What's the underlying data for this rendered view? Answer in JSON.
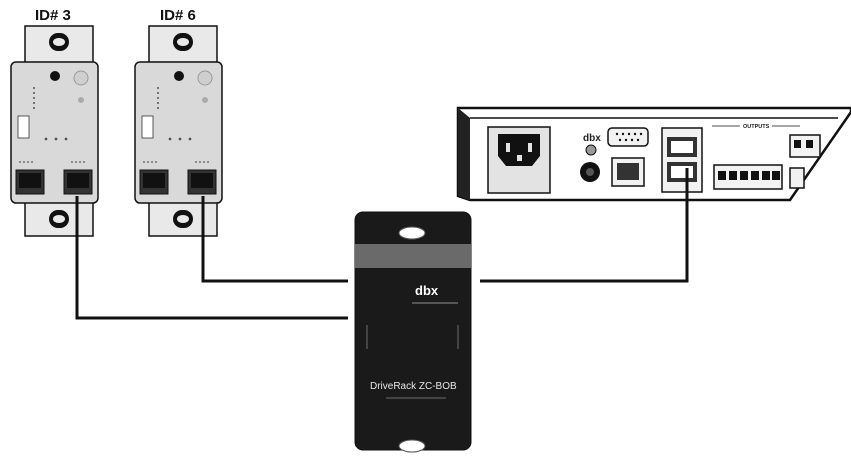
{
  "wall_panels": [
    {
      "id_label": "ID# 3"
    },
    {
      "id_label": "ID# 6"
    }
  ],
  "breakout_box": {
    "brand": "dbx",
    "model": "DriveRack ZC-BOB"
  },
  "rack_unit": {
    "brand": "dbx",
    "outputs_label": "OUTPUTS"
  },
  "colors": {
    "line": "#111111",
    "panel_body": "#d9d9d9",
    "plate": "#e9e9e9",
    "bob_body": "#1a1a1a",
    "bob_band": "#6a6a6a"
  }
}
